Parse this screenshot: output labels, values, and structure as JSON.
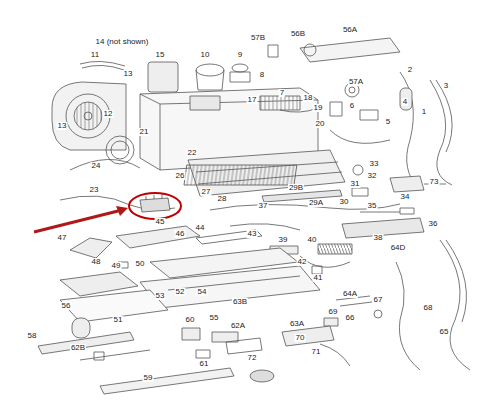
{
  "diagram": {
    "labels": [
      "11",
      "14 (not shown)",
      "13",
      "15",
      "10",
      "9",
      "8",
      "57B",
      "56B",
      "56A",
      "57A",
      "2",
      "3",
      "7",
      "17",
      "18",
      "19",
      "20",
      "6",
      "5",
      "4",
      "1",
      "13",
      "12",
      "21",
      "22",
      "24",
      "23",
      "26",
      "27",
      "28",
      "29B",
      "29A",
      "30",
      "31",
      "32",
      "33",
      "73",
      "34",
      "35",
      "37",
      "36",
      "45",
      "47",
      "46",
      "44",
      "43",
      "39",
      "40",
      "38",
      "42",
      "64D",
      "48",
      "49",
      "50",
      "41",
      "64A",
      "67",
      "52",
      "54",
      "53",
      "63B",
      "69",
      "66",
      "68",
      "65",
      "51",
      "56",
      "60",
      "55",
      "62A",
      "63A",
      "58",
      "62B",
      "70",
      "71",
      "72",
      "59",
      "61"
    ]
  }
}
